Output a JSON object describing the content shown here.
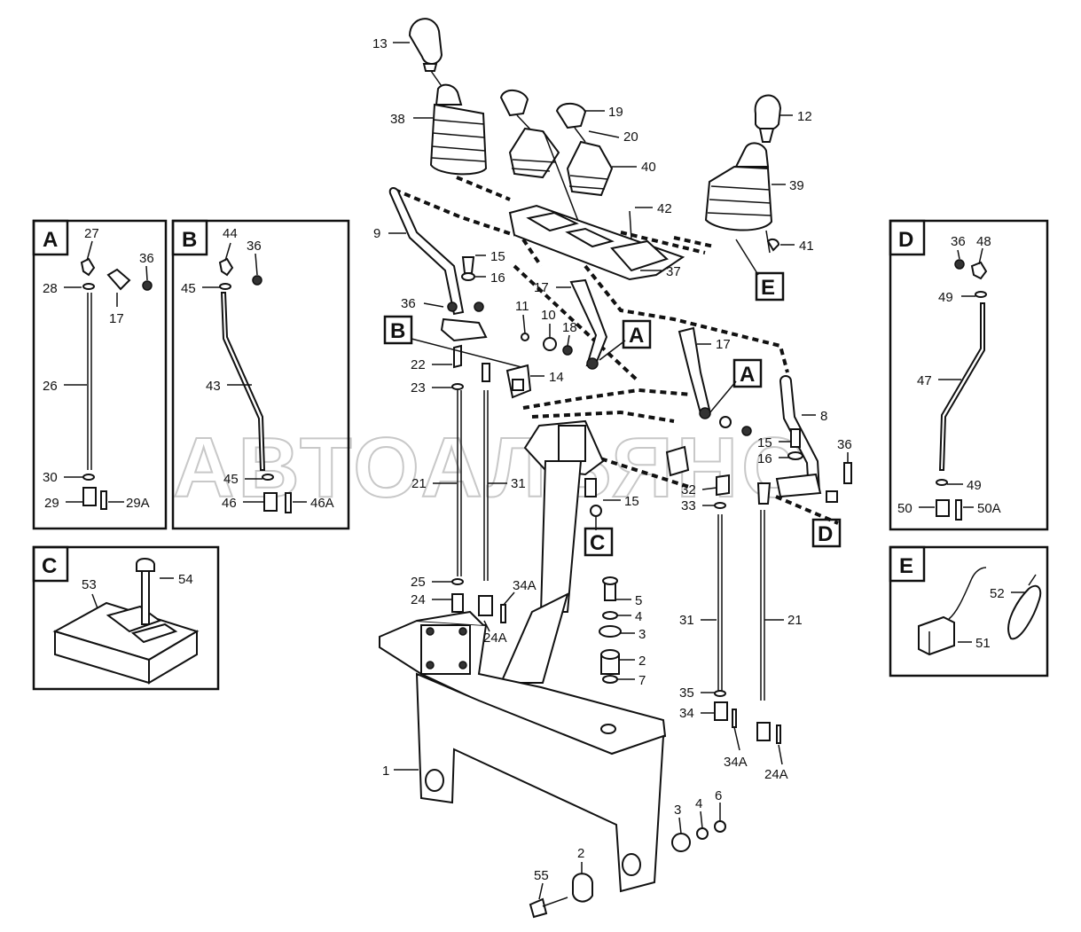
{
  "watermark": "АВТОАЛЬЯНС",
  "callouts": {
    "c13": "13",
    "c38": "38",
    "c19": "19",
    "c20": "20",
    "c40": "40",
    "c12": "12",
    "c39": "39",
    "c42": "42",
    "c41": "41",
    "c37": "37",
    "c9": "9",
    "c15a": "15",
    "c16a": "16",
    "c36a": "36",
    "c17a": "17",
    "c11": "11",
    "c10": "10",
    "c18": "18",
    "c17b": "17",
    "c22": "22",
    "c23": "23",
    "c14": "14",
    "c8": "8",
    "c15b": "15",
    "c16b": "16",
    "c36b": "36",
    "c21a": "21",
    "c31a": "31",
    "c15c": "15",
    "c32": "32",
    "c33": "33",
    "c25": "25",
    "c24": "24",
    "c34Aa": "34A",
    "c24Aa": "24A",
    "c5": "5",
    "c4a": "4",
    "c3a": "3",
    "c2a": "2",
    "c7": "7",
    "c31b": "31",
    "c21b": "21",
    "c35": "35",
    "c34": "34",
    "c34Ab": "34A",
    "c24Ab": "24A",
    "c1": "1",
    "c3b": "3",
    "c4b": "4",
    "c6": "6",
    "c2b": "2",
    "c55": "55"
  },
  "boxes": {
    "A": {
      "letter": "A",
      "labels": {
        "l27": "27",
        "l36": "36",
        "l28": "28",
        "l17": "17",
        "l26": "26",
        "l30": "30",
        "l29": "29",
        "l29A": "29A"
      }
    },
    "B": {
      "letter": "B",
      "labels": {
        "l44": "44",
        "l36": "36",
        "l45a": "45",
        "l43": "43",
        "l45b": "45",
        "l46": "46",
        "l46A": "46A"
      }
    },
    "C": {
      "letter": "C",
      "labels": {
        "l53": "53",
        "l54": "54"
      }
    },
    "D": {
      "letter": "D",
      "labels": {
        "l36": "36",
        "l48": "48",
        "l49a": "49",
        "l47": "47",
        "l49b": "49",
        "l50": "50",
        "l50A": "50A"
      }
    },
    "E": {
      "letter": "E",
      "labels": {
        "l52": "52",
        "l51": "51"
      }
    }
  },
  "refs": {
    "B": "B",
    "Aa": "A",
    "Ab": "A",
    "C": "C",
    "D": "D",
    "E": "E"
  }
}
